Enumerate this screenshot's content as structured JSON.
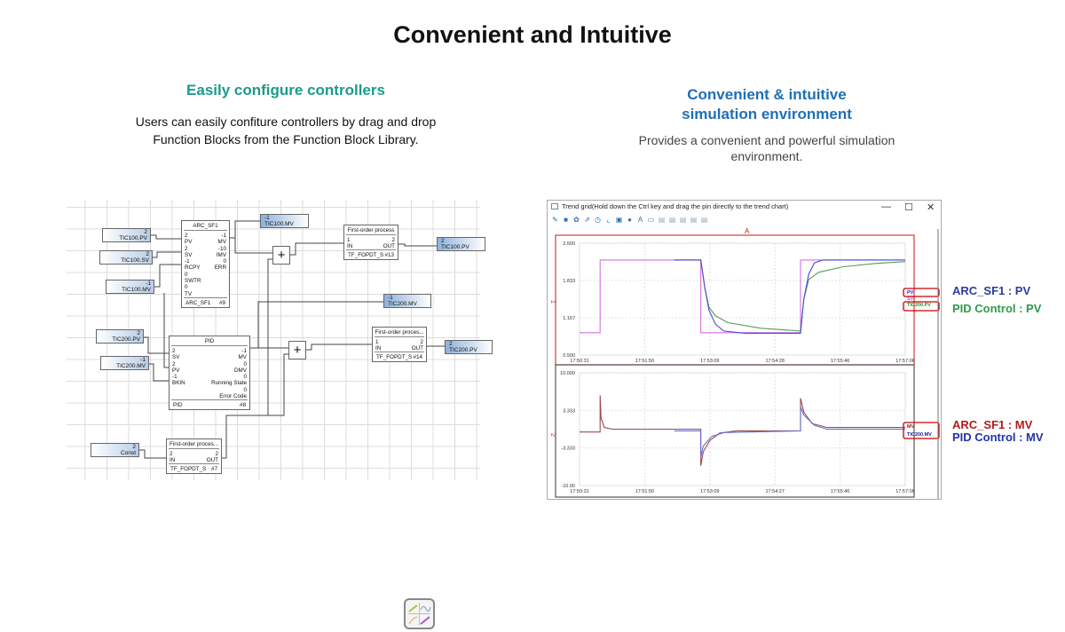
{
  "header": {
    "title": "Convenient and Intuitive"
  },
  "left": {
    "heading": "Easily configure controllers",
    "description": "Users can easily confiture controllers by drag and drop Function Blocks from the Function Block Library."
  },
  "right": {
    "heading_line1": "Convenient & intuitive",
    "heading_line2": "simulation environment",
    "description": "Provides a convenient and powerful simulation environment."
  },
  "diagram": {
    "tags": [
      {
        "id": "t1",
        "value": "2",
        "name": "TIC100.PV",
        "dir": "in"
      },
      {
        "id": "t2",
        "value": "2",
        "name": "TIC100.SV",
        "dir": "in"
      },
      {
        "id": "t3",
        "value": "-1",
        "name": "TIC100.MV",
        "dir": "in"
      },
      {
        "id": "t4",
        "value": "2",
        "name": "TIC200.PV",
        "dir": "in"
      },
      {
        "id": "t5",
        "value": "-1",
        "name": "TIC200.MV",
        "dir": "in"
      },
      {
        "id": "t6",
        "value": "2",
        "name": "Const",
        "dir": "in"
      },
      {
        "id": "t7",
        "value": "-1",
        "name": "TIC100.MV",
        "dir": "out"
      },
      {
        "id": "t8",
        "value": "2",
        "name": "TIC100.PV",
        "dir": "out"
      },
      {
        "id": "t9",
        "value": "-1",
        "name": "TIC200.MV",
        "dir": "out"
      },
      {
        "id": "t10",
        "value": "2",
        "name": "TIC200.PV",
        "dir": "out"
      }
    ],
    "blocks": [
      {
        "id": "b1",
        "title": "ARC_SF1",
        "inputs": [
          [
            "2",
            "PV"
          ],
          [
            "2",
            "SV"
          ],
          [
            "-1",
            "RCPY"
          ],
          [
            "0",
            "SWTR"
          ],
          [
            "0",
            "TV"
          ]
        ],
        "outputs": [
          [
            "-1",
            "MV"
          ],
          [
            "-10",
            "IMV"
          ],
          [
            "0",
            "ERR"
          ]
        ],
        "footer": "ARC_SF1",
        "num": "#9"
      },
      {
        "id": "b2",
        "title": "PID",
        "inputs": [
          [
            "2",
            "SV"
          ],
          [
            "2",
            "PV"
          ],
          [
            "-1",
            "BKIN"
          ]
        ],
        "outputs": [
          [
            "-1",
            "MV"
          ],
          [
            "0",
            "DMV"
          ],
          [
            "0",
            "Running State"
          ],
          [
            "0",
            "Error Code"
          ]
        ],
        "footer": "PID",
        "num": "#8"
      },
      {
        "id": "b3",
        "title": "First-order process",
        "inputs": [
          [
            "1",
            "IN"
          ]
        ],
        "outputs": [
          [
            "2",
            "OUT"
          ]
        ],
        "footer": "TF_FOPDT_S",
        "num": "#13"
      },
      {
        "id": "b4",
        "title": "First-order proces...",
        "inputs": [
          [
            "1",
            "IN"
          ]
        ],
        "outputs": [
          [
            "2",
            "OUT"
          ]
        ],
        "footer": "TF_FOPDT_S",
        "num": "#14"
      },
      {
        "id": "b5",
        "title": "First-order proces...",
        "inputs": [
          [
            "2",
            "IN"
          ]
        ],
        "outputs": [
          [
            "2",
            "OUT"
          ]
        ],
        "footer": "TF_FOPDT_S",
        "num": "#7"
      }
    ],
    "sum_symbol": "+"
  },
  "window": {
    "title": "Trend grid(Hold down the Ctrl key and drag the pin directly to the trend chart)",
    "minimize": "—",
    "maximize": "☐",
    "close": "✕",
    "toolbar_icons": [
      "edit-icon",
      "delete-icon",
      "settings-icon",
      "export-icon",
      "clock-icon",
      "line-chart-icon",
      "monitor-icon",
      "pie-chart-icon",
      "text-icon",
      "image-icon",
      "layout-1-icon",
      "layout-2-icon",
      "layout-3-icon",
      "layout-4-icon",
      "layout-5-icon"
    ],
    "group_label": "A",
    "colors": {
      "frame": "#d23b3b",
      "sv": "#d66fe0",
      "arc_pv": "#3b3bcf",
      "pid_pv": "#5a9a5a",
      "arc_mv": "#9b3b3b",
      "pid_mv": "#6a6ad0"
    }
  },
  "chart_data": [
    {
      "type": "line",
      "panel_label": "1",
      "ylim": [
        0.5,
        2.5
      ],
      "yticks": [
        "2.500",
        "1.833",
        "1.167",
        "0.500"
      ],
      "xlim": [
        0,
        395
      ],
      "xticks": [
        "17:50:31",
        "17:51:50",
        "17:53:09",
        "17:54:28",
        "17:55:46",
        "17:57:06"
      ],
      "legend": [
        {
          "name": "PV",
          "color": "#2020c0"
        },
        {
          "name": "SV",
          "color": "#d040d0"
        },
        {
          "name": "TIC200.PV",
          "color": "#2a8a2a"
        }
      ],
      "series": [
        {
          "name": "SV",
          "color": "#d66fe0",
          "points": [
            [
              0,
              0.9
            ],
            [
              25,
              0.9
            ],
            [
              25,
              2.2
            ],
            [
              147,
              2.2
            ],
            [
              147,
              0.9
            ],
            [
              268,
              0.9
            ],
            [
              268,
              2.2
            ],
            [
              395,
              2.2
            ]
          ]
        },
        {
          "name": "TIC200.PV",
          "color": "#5a9a5a",
          "points": [
            [
              115,
              2.2
            ],
            [
              147,
              2.2
            ],
            [
              152,
              1.7
            ],
            [
              157,
              1.35
            ],
            [
              165,
              1.2
            ],
            [
              180,
              1.08
            ],
            [
              220,
              0.98
            ],
            [
              268,
              0.93
            ],
            [
              272,
              1.5
            ],
            [
              278,
              1.85
            ],
            [
              290,
              1.98
            ],
            [
              320,
              2.08
            ],
            [
              360,
              2.14
            ],
            [
              395,
              2.17
            ]
          ]
        },
        {
          "name": "PV",
          "color": "#4a4ad0",
          "points": [
            [
              115,
              2.2
            ],
            [
              147,
              2.2
            ],
            [
              152,
              1.7
            ],
            [
              157,
              1.3
            ],
            [
              165,
              1.05
            ],
            [
              175,
              0.93
            ],
            [
              200,
              0.89
            ],
            [
              268,
              0.89
            ],
            [
              272,
              1.5
            ],
            [
              278,
              1.95
            ],
            [
              285,
              2.15
            ],
            [
              295,
              2.2
            ],
            [
              395,
              2.2
            ]
          ]
        }
      ]
    },
    {
      "type": "line",
      "panel_label": "2",
      "ylim": [
        -10,
        10
      ],
      "yticks": [
        "10.000",
        "3.333",
        "-3.333",
        "-10.00"
      ],
      "xlim": [
        0,
        395
      ],
      "xticks": [
        "17:50:31",
        "17:51:50",
        "17:53:09",
        "17:54:27",
        "17:55:46",
        "17:57:06"
      ],
      "legend": [
        {
          "name": "MV",
          "color": "#8a1a1a"
        },
        {
          "name": "TIC200.MV",
          "color": "#1a1a8a"
        }
      ],
      "series": [
        {
          "name": "MV",
          "color": "#9b4a4a",
          "points": [
            [
              0,
              -0.5
            ],
            [
              25,
              -0.5
            ],
            [
              25,
              6
            ],
            [
              26,
              2
            ],
            [
              30,
              0.3
            ],
            [
              40,
              0
            ],
            [
              147,
              0
            ],
            [
              147,
              -6.5
            ],
            [
              150,
              -4
            ],
            [
              158,
              -2
            ],
            [
              170,
              -0.7
            ],
            [
              190,
              -0.3
            ],
            [
              268,
              -0.3
            ],
            [
              268,
              5.5
            ],
            [
              272,
              3
            ],
            [
              282,
              1
            ],
            [
              300,
              0.3
            ],
            [
              395,
              0.3
            ]
          ]
        },
        {
          "name": "TIC200.MV",
          "color": "#6a6ad0",
          "points": [
            [
              115,
              -0.3
            ],
            [
              147,
              -0.3
            ],
            [
              147,
              -5
            ],
            [
              150,
              -3
            ],
            [
              160,
              -1.3
            ],
            [
              175,
              -0.6
            ],
            [
              268,
              -0.3
            ],
            [
              268,
              4
            ],
            [
              272,
              2.5
            ],
            [
              285,
              0.7
            ],
            [
              300,
              0
            ],
            [
              395,
              0
            ]
          ]
        }
      ]
    }
  ],
  "annotations": [
    {
      "text": "ARC_SF1 : PV",
      "color": "#2a3ea0"
    },
    {
      "text": "PID Control : PV",
      "color": "#2e9a4a"
    },
    {
      "text": "ARC_SF1 : MV",
      "color": "#b01c1c"
    },
    {
      "text": "PID Control : MV",
      "color": "#2233aa"
    }
  ]
}
